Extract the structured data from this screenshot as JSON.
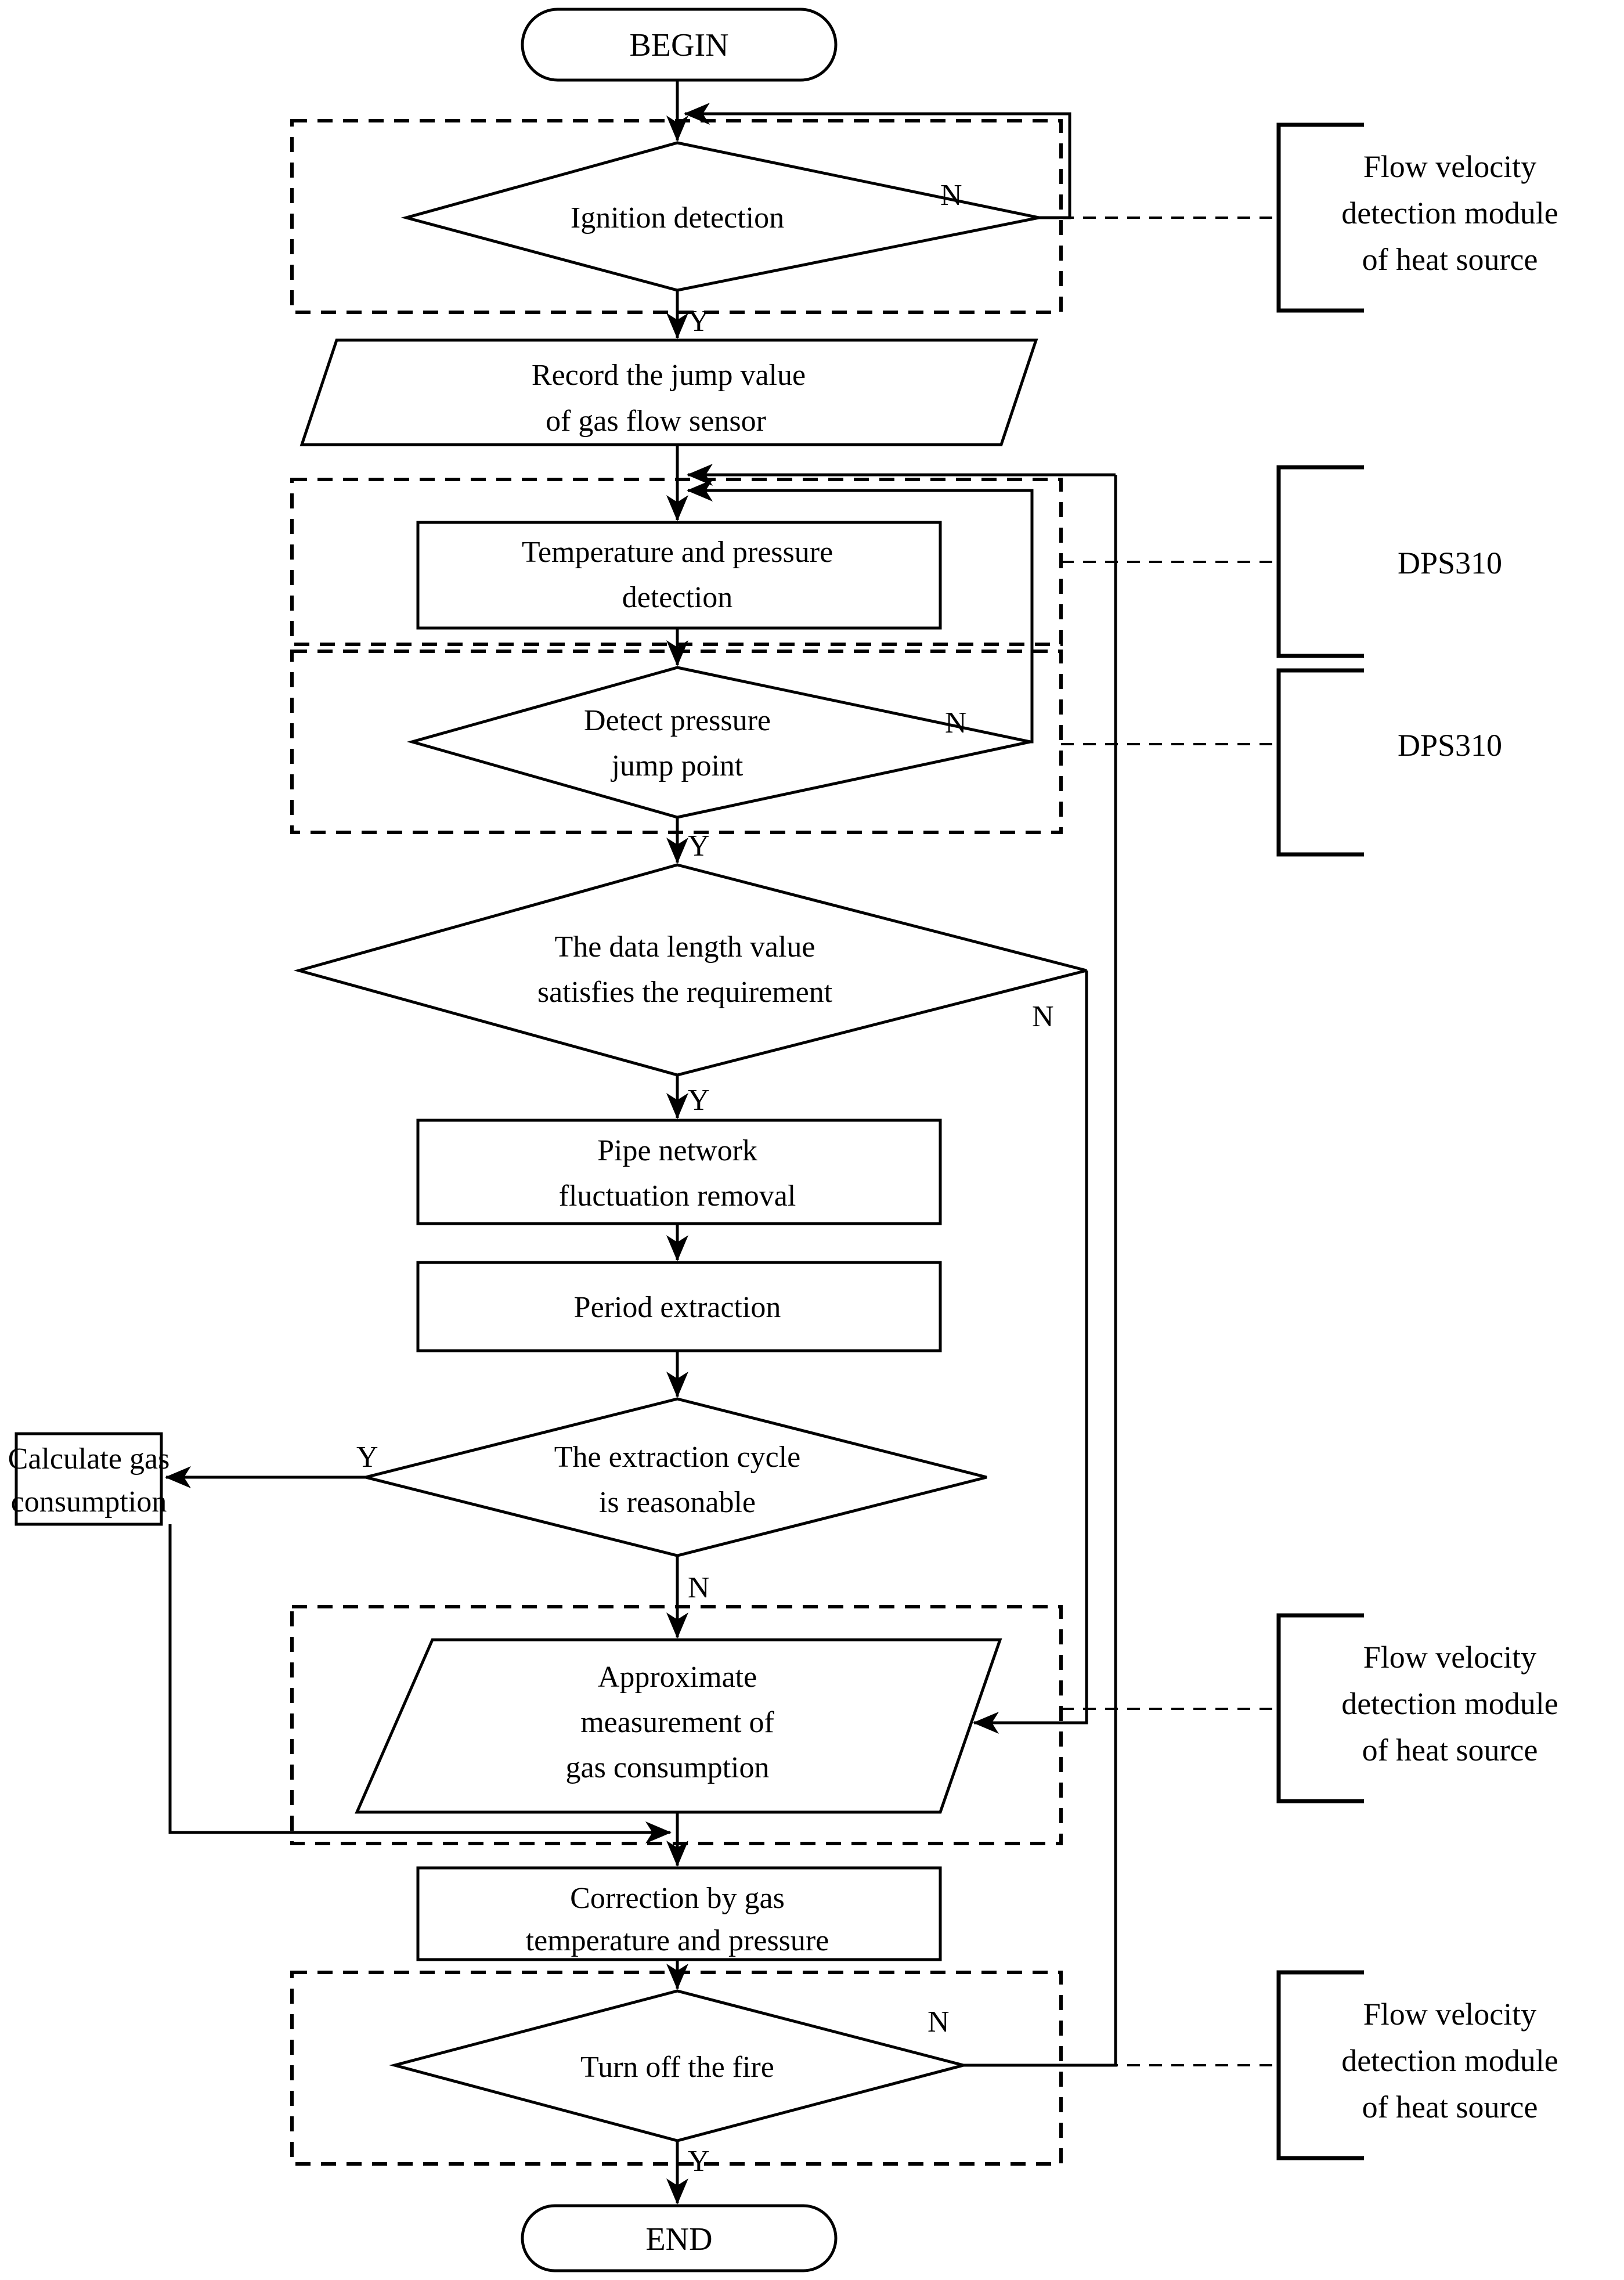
{
  "diagram": {
    "type": "flowchart",
    "title": "Gas consumption measurement flowchart",
    "terminals": {
      "begin": "BEGIN",
      "end": "END"
    },
    "nodes": {
      "ignition_detection": "Ignition detection",
      "record_jump_l1": "Record the jump value",
      "record_jump_l2": "of gas flow sensor",
      "temp_pressure_l1": "Temperature and pressure",
      "temp_pressure_l2": "detection",
      "detect_pressure_l1": "Detect pressure",
      "detect_pressure_l2": "jump point",
      "data_length_l1": "The data length value",
      "data_length_l2": "satisfies the requirement",
      "pipe_network_l1": "Pipe network",
      "pipe_network_l2": "fluctuation removal",
      "period_extraction": "Period extraction",
      "extraction_cycle_l1": "The extraction cycle",
      "extraction_cycle_l2": "is reasonable",
      "calculate_gas_l1": "Calculate gas",
      "calculate_gas_l2": "consumption",
      "approximate_l1": "Approximate",
      "approximate_l2": "measurement of",
      "approximate_l3": "gas consumption",
      "correction_l1": "Correction by gas",
      "correction_l2": "temperature and pressure",
      "turn_off_fire": "Turn off the fire"
    },
    "branch_labels": {
      "yes": "Y",
      "no": "N"
    },
    "side_annotations": [
      {
        "id": "annotation-flow-velocity-top",
        "lines": [
          "Flow velocity",
          "detection module",
          "of heat source"
        ]
      },
      {
        "id": "annotation-dps310-upper",
        "lines": [
          "DPS310"
        ]
      },
      {
        "id": "annotation-dps310-lower",
        "lines": [
          "DPS310"
        ]
      },
      {
        "id": "annotation-flow-velocity-middle",
        "lines": [
          "Flow velocity",
          "detection module",
          "of heat source"
        ]
      },
      {
        "id": "annotation-flow-velocity-bottom",
        "lines": [
          "Flow velocity",
          "detection module",
          "of heat source"
        ]
      }
    ],
    "colors": {
      "stroke": "#000000",
      "fill": "#ffffff",
      "background": "#ffffff"
    }
  }
}
